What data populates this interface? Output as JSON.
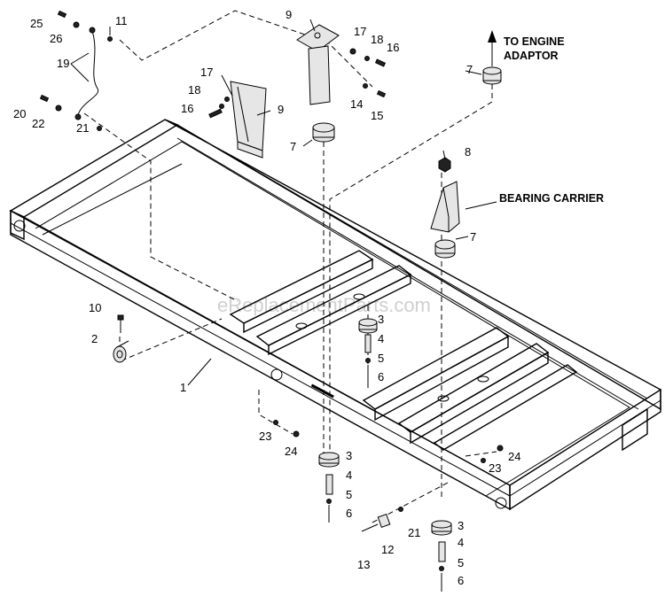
{
  "watermark": "eReplacementParts.com",
  "labels": {
    "to_engine_adaptor_line1": "TO ENGINE",
    "to_engine_adaptor_line2": "ADAPTOR",
    "bearing_carrier": "BEARING CARRIER"
  },
  "callouts": {
    "c25": "25",
    "c26": "26",
    "c11": "11",
    "c19": "19",
    "c20": "20",
    "c22": "22",
    "c21a": "21",
    "c9a": "9",
    "c17a": "17",
    "c18a": "18",
    "c16a": "16",
    "c14": "14",
    "c15": "15",
    "c7a": "7",
    "c17b": "17",
    "c18b": "18",
    "c16b": "16",
    "c9b": "9",
    "c7b": "7",
    "c8": "8",
    "c7c": "7",
    "c10": "10",
    "c2": "2",
    "c1": "1",
    "c3a": "3",
    "c4a": "4",
    "c5a": "5",
    "c6a": "6",
    "c23a": "23",
    "c24a": "24",
    "c3b": "3",
    "c4b": "4",
    "c5b": "5",
    "c6b": "6",
    "c13": "13",
    "c12": "12",
    "c21b": "21",
    "c23b": "23",
    "c24b": "24",
    "c3c": "3",
    "c4c": "4",
    "c5c": "5",
    "c6c": "6"
  }
}
